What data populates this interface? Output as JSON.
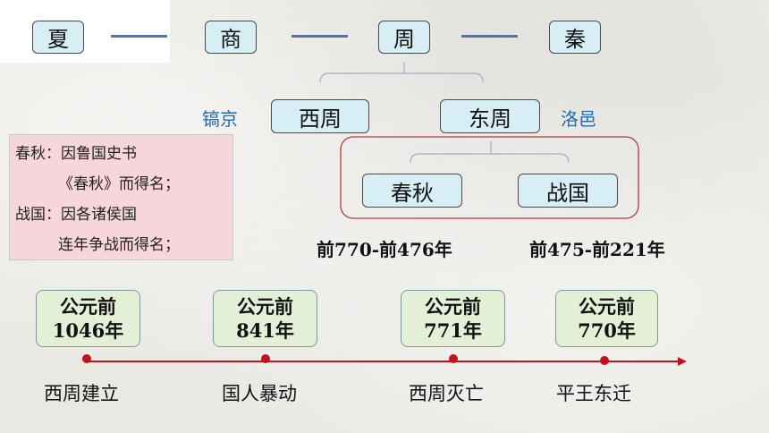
{
  "dynasties": [
    "夏",
    "商",
    "周",
    "秦"
  ],
  "zhou": {
    "west": "西周",
    "east": "东周",
    "west_capital": "镐京",
    "east_capital": "洛邑"
  },
  "sub_periods": {
    "spring_autumn": "春秋",
    "warring_states": "战国",
    "spring_autumn_range": "前770-前476年",
    "warring_states_range": "前475-前221年"
  },
  "note": {
    "line1": "春秋：因鲁国史书",
    "line2": "《春秋》而得名；",
    "line3": "战国：因各诸侯国",
    "line4": "连年争战而得名；"
  },
  "timeline": {
    "nodes": [
      {
        "era": "公元前",
        "year": "1046年",
        "event": "西周建立"
      },
      {
        "era": "公元前",
        "year": "841年",
        "event": "国人暴动"
      },
      {
        "era": "公元前",
        "year": "771年",
        "event": "西周灭亡"
      },
      {
        "era": "公元前",
        "year": "770年",
        "event": "平王东迁"
      }
    ]
  },
  "colors": {
    "box_fill": "#d7eef4",
    "node_fill": "#e3f0d6",
    "dash_blue": "#4f74b8",
    "capital_blue": "#1f6db5",
    "timeline_red": "#c0121f",
    "note_pink": "#f7d6db"
  }
}
